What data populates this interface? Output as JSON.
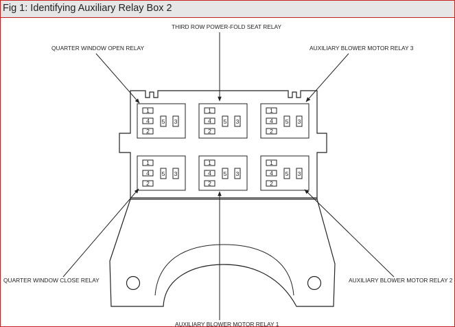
{
  "figure": {
    "title": "Fig 1: Identifying Auxiliary Relay Box 2"
  },
  "callouts": {
    "third_row": "THIRD ROW POWER-FOLD SEAT RELAY",
    "quarter_open": "QUARTER WINDOW OPEN RELAY",
    "blower_3": "AUXILIARY BLOWER MOTOR RELAY 3",
    "quarter_close": "QUARTER WINDOW CLOSE RELAY",
    "blower_2": "AUXILIARY BLOWER MOTOR RELAY 2",
    "blower_1": "AUXILIARY BLOWER MOTOR RELAY 1"
  },
  "relay_pins": [
    "1",
    "4",
    "5",
    "3",
    "2"
  ],
  "colors": {
    "frame_border": "#c81e1e",
    "title_bar": "#e6e6e6",
    "line": "#222222"
  }
}
